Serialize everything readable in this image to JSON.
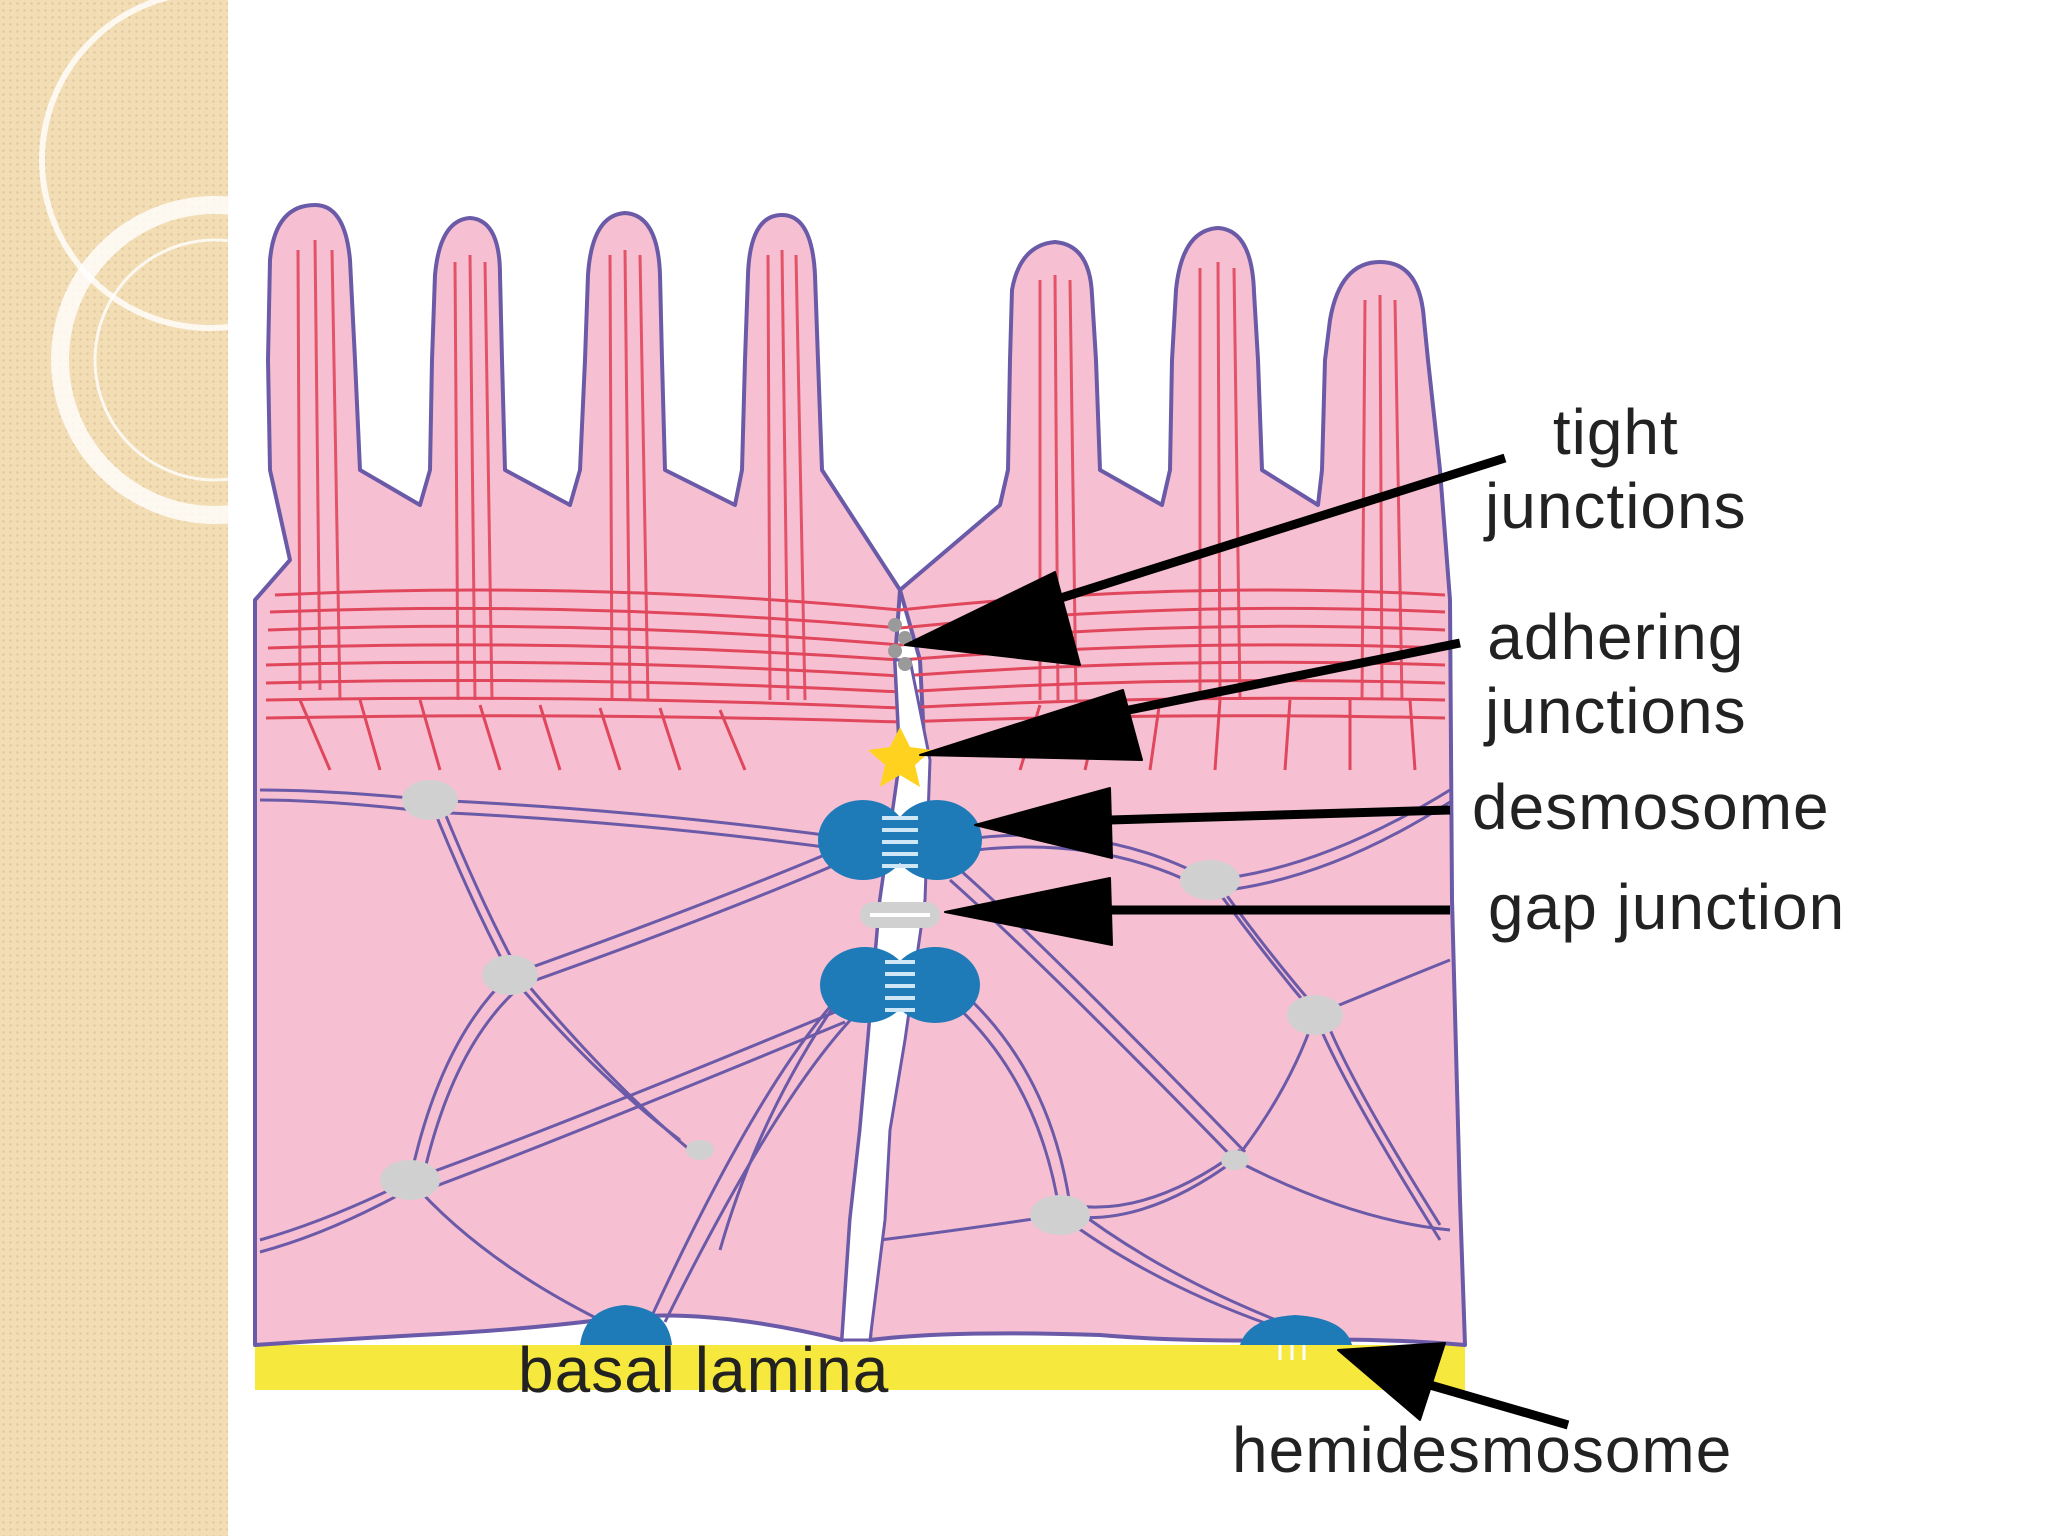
{
  "theme": {
    "panel": "#f2ddb5",
    "cytoplasm": "#f7c0d2",
    "membrane": "#6a5aa8",
    "actin": "#e0475c",
    "junction_blue": "#1f7ab8",
    "gap_gray": "#d0d0d0",
    "tight_gray": "#9a9a9a",
    "adhering_yellow": "#ffd21f",
    "lamina_yellow": "#f6e83c",
    "arrow": "#000000"
  },
  "labels": {
    "tight": [
      "tight",
      "junctions"
    ],
    "adhering": [
      "adhering",
      "junctions"
    ],
    "desmosome": "desmosome",
    "gap": "gap junction",
    "lamina": "basal lamina",
    "hemidesmosome": "hemidesmosome"
  }
}
